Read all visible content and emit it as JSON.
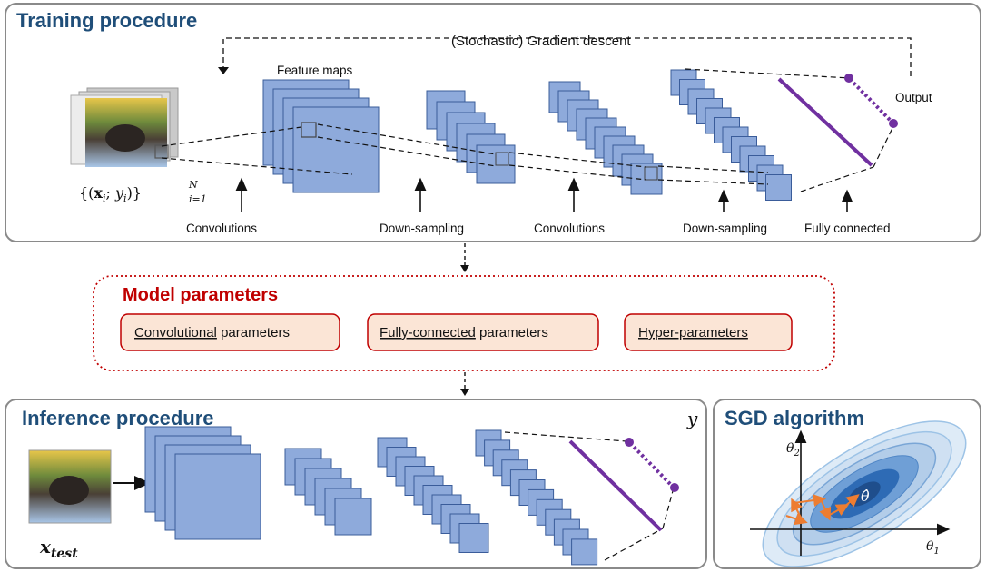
{
  "training": {
    "title": "Training procedure",
    "gradient_label": "(Stochastic) Gradient descent",
    "feature_maps_label": "Feature maps",
    "output_label": "Output",
    "dataset_label": {
      "prefix": "{(",
      "x": "x",
      "x_sub": "i",
      "sep": "; ",
      "y": "y",
      "y_sub": "i",
      "suffix": ")}",
      "sup": "N",
      "range_sub": "i=1"
    },
    "stages": [
      "Convolutions",
      "Down-sampling",
      "Convolutions",
      "Down-sampling",
      "Fully connected"
    ]
  },
  "model_parameters": {
    "title": "Model parameters",
    "items": [
      {
        "underlined": "Convolutional",
        "rest": " parameters"
      },
      {
        "underlined": "Fully-connected",
        "rest": " parameters"
      },
      {
        "underlined": "Hyper-parameters",
        "rest": ""
      }
    ]
  },
  "inference": {
    "title": "Inference procedure",
    "input_label": {
      "base": "x",
      "sub": "test"
    },
    "output_label": "y"
  },
  "sgd": {
    "title": "SGD algorithm",
    "axis_x": {
      "base": "θ",
      "sub": "1"
    },
    "axis_y": {
      "base": "θ",
      "sub": "2"
    },
    "optimum": "θ̂"
  },
  "colors": {
    "panel_border": "#8a8a8a",
    "panel_fill": "#ffffff",
    "title": "#1f4e79",
    "map_fill": "#8eaadb",
    "map_stroke": "#3a5c9a",
    "fc_line": "#7030a0",
    "param_fill": "#fbe5d6",
    "param_stroke": "#c00000",
    "step_arrow": "#ed7d31"
  }
}
